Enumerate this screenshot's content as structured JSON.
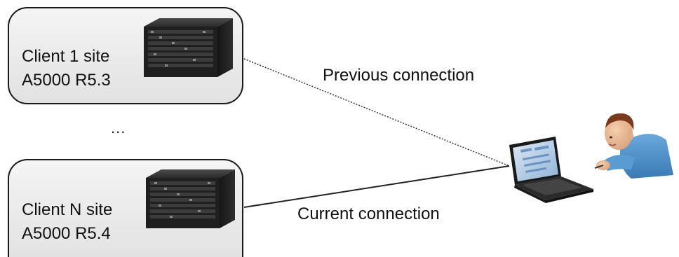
{
  "sites": [
    {
      "name": "Client 1 site",
      "version": "A5000 R5.3"
    },
    {
      "name": "Client N site",
      "version": "A5000 R5.4"
    }
  ],
  "ellipsis": "...",
  "connections": {
    "previous": "Previous connection",
    "current": "Current connection"
  },
  "icons": {
    "server": "server-rack-icon",
    "laptop": "laptop-icon",
    "technician": "technician-person-icon"
  },
  "colors": {
    "box_fill": "#e8e8e8",
    "box_border": "#1a1a1a",
    "server_body": "#1c1c1c",
    "technician_shirt": "#4a8fc9",
    "technician_hair": "#7a3a1e"
  }
}
